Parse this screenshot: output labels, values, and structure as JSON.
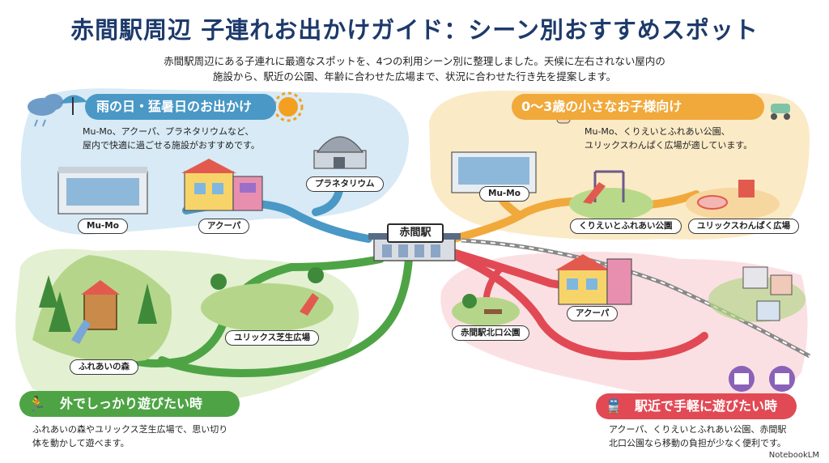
{
  "title": "赤間駅周辺 子連れお出かけガイド：シーン別おすすめスポット",
  "intro": {
    "line1": "赤間駅周辺にある子連れに最適なスポットを、4つの利用シーン別に整理しました。天候に左右されない屋内の",
    "line2": "施設から、駅近の公園、年齢に合わせた広場まで、状況に合わせた行き先を提案します。"
  },
  "station": "赤間駅",
  "sections": {
    "rainy": {
      "heading": "雨の日・猛暑日のお出かけ",
      "desc1": "Mu-Mo、アクーパ、プラネタリウムなど、",
      "desc2": "屋内で快適に過ごせる施設がおすすめです。",
      "spots": [
        "Mu-Mo",
        "アクーパ",
        "プラネタリウム"
      ],
      "color": "#4a98c6"
    },
    "toddler": {
      "heading": "0～3歳の小さなお子様向け",
      "desc1": "Mu-Mo、くりえいとふれあい公園、",
      "desc2": "ユリックスわんぱく広場が適しています。",
      "spots": [
        "Mu-Mo",
        "くりえいとふれあい公園",
        "ユリックスわんぱく広場"
      ],
      "color": "#f0a93a"
    },
    "outdoor": {
      "heading": "外でしっかり遊びたい時",
      "desc1": "ふれあいの森やユリックス芝生広場で、思い切り",
      "desc2": "体を動かして遊べます。",
      "spots": [
        "ふれあいの森",
        "ユリックス芝生広場"
      ],
      "color": "#4ea445"
    },
    "nearby": {
      "heading": "駅近で手軽に遊びたい時",
      "desc1": "アクーパ、くりえいとふれあい公園、赤間駅",
      "desc2": "北口公園なら移動の負担が少なく便利です。",
      "spots": [
        "赤間駅北口公園",
        "アクーパ"
      ],
      "color": "#e14a55"
    }
  },
  "credit": "NotebookLM"
}
